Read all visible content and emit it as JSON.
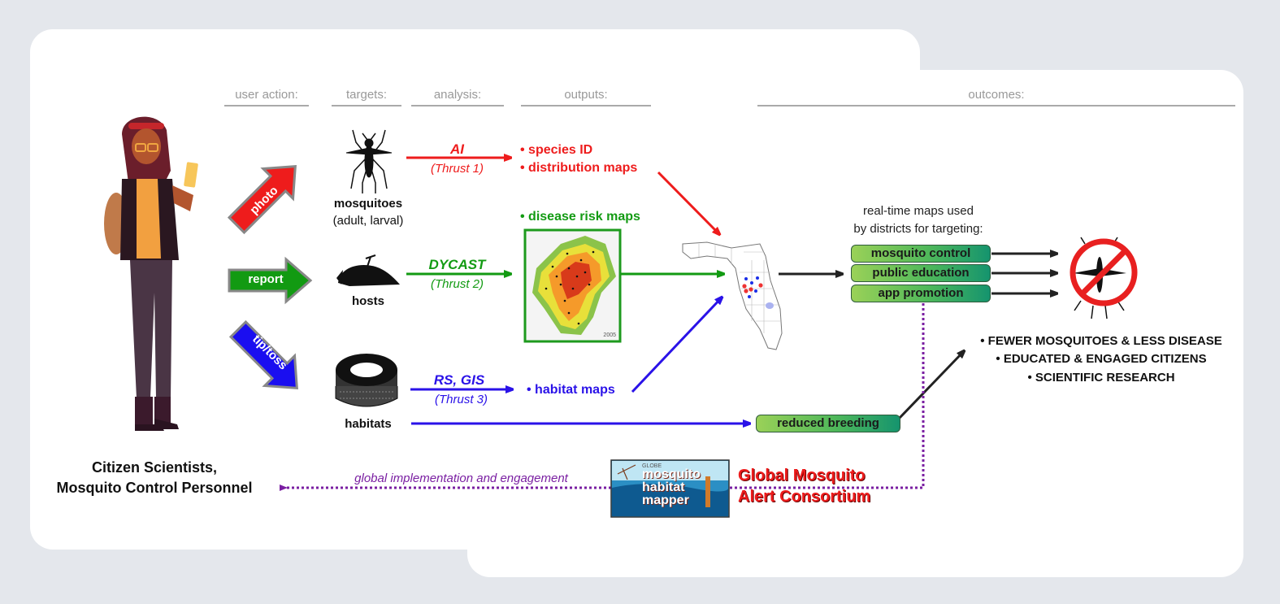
{
  "headers": {
    "user_action": "user action:",
    "targets": "targets:",
    "analysis": "analysis:",
    "outputs": "outputs:",
    "outcomes": "outcomes:"
  },
  "actions": [
    {
      "label": "photo",
      "color": "#ee1c1c"
    },
    {
      "label": "report",
      "color": "#129a12"
    },
    {
      "label": "tip/toss",
      "color": "#1a0ef0"
    }
  ],
  "targets": {
    "mosquitoes": {
      "name": "mosquitoes",
      "detail": "(adult, larval)"
    },
    "hosts": {
      "name": "hosts"
    },
    "habitats": {
      "name": "habitats"
    }
  },
  "analysis": [
    {
      "method": "AI",
      "thrust": "(Thrust 1)",
      "color": "#ee1c1c"
    },
    {
      "method": "DYCAST",
      "thrust": "(Thrust 2)",
      "color": "#129a12"
    },
    {
      "method": "RS, GIS",
      "thrust": "(Thrust 3)",
      "color": "#2a12e8"
    }
  ],
  "outputs": {
    "thrust1": [
      "• species ID",
      "• distribution maps"
    ],
    "thrust2": "• disease risk maps",
    "thrust2_map_year": "2005",
    "thrust3": "• habitat maps"
  },
  "realtime": {
    "caption_line1": "real-time maps used",
    "caption_line2": "by districts for targeting:",
    "boxes": [
      "mosquito control",
      "public education",
      "app promotion"
    ],
    "reduced_breeding": "reduced breeding"
  },
  "outcomes": [
    "• FEWER MOSQUITOES & LESS DISEASE",
    "• EDUCATED & ENGAGED CITIZENS",
    "• SCIENTIFIC RESEARCH"
  ],
  "bottom": {
    "persona_line1": "Citizen Scientists,",
    "persona_line2": "Mosquito Control Personnel",
    "feedback_label": "global implementation and engagement",
    "logo_small": "GLOBE",
    "logo_lines": [
      "mosquito",
      "habitat",
      "mapper"
    ],
    "consortium_line1": "Global Mosquito",
    "consortium_line2": "Alert Consortium"
  }
}
